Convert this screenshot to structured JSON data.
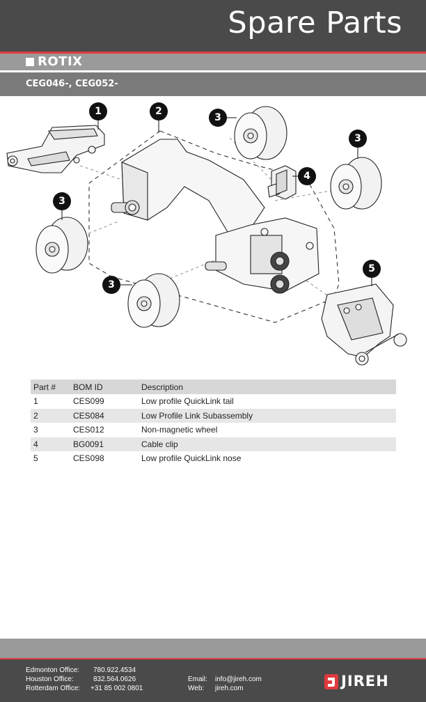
{
  "header": {
    "title": "Spare Parts"
  },
  "brand": {
    "name": "ROTIX"
  },
  "model": {
    "text": "CEG046-, CEG052-"
  },
  "callouts": [
    "1",
    "2",
    "3",
    "3",
    "4",
    "3",
    "5",
    "3"
  ],
  "table": {
    "headers": [
      "Part #",
      "BOM ID",
      "Description"
    ],
    "rows": [
      [
        "1",
        "CES099",
        "Low profile QuickLink tail"
      ],
      [
        "2",
        "CES084",
        "Low Profile Link Subassembly"
      ],
      [
        "3",
        "CES012",
        "Non-magnetic wheel"
      ],
      [
        "4",
        "BG0091",
        "Cable clip"
      ],
      [
        "5",
        "CES098",
        "Low profile QuickLink nose"
      ]
    ]
  },
  "footer": {
    "offices": [
      {
        "label": "Edmonton Office:",
        "phone": "780.922.4534"
      },
      {
        "label": "Houston Office:",
        "phone": "832.564.0626"
      },
      {
        "label": "Rotterdam Office:",
        "phone": "+31 85 002 0801"
      }
    ],
    "email_label": "Email:",
    "email": "info@jireh.com",
    "web_label": "Web:",
    "web": "jireh.com",
    "logo": "JIREH"
  },
  "colors": {
    "accent_red": "#e03a3e",
    "dark_grey": "#4a4a4a",
    "mid_grey": "#9a9a9a"
  }
}
